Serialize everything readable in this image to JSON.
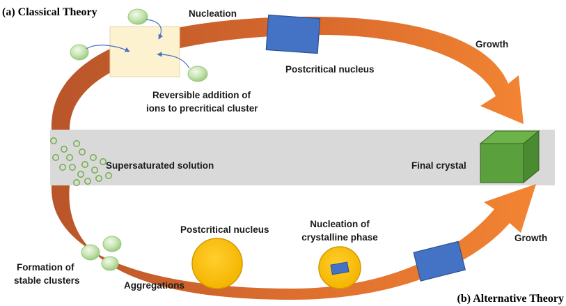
{
  "titles": {
    "classical": "(a) Classical Theory",
    "alternative": "(b) Alternative Theory"
  },
  "labels": {
    "nucleation": "Nucleation",
    "growth_top": "Growth",
    "postcritical_top": "Postcritical nucleus",
    "reversible_line1": "Reversible addition of",
    "reversible_line2": "ions to precritical cluster",
    "supersaturated": "Supersaturated solution",
    "final_crystal": "Final crystal",
    "postcritical_bottom": "Postcritical nucleus",
    "nucleation_cryst_line1": "Nucleation of",
    "nucleation_cryst_line2": "crystalline phase",
    "growth_bottom": "Growth",
    "formation_line1": "Formation of",
    "formation_line2": "stable clusters",
    "aggregations": "Aggregations"
  },
  "colors": {
    "band": "#d9d9d9",
    "arrow_dark": "#c5602a",
    "arrow_light": "#f07f30",
    "cluster_box": "#fdf2d0",
    "nucleus_blue": "#4472c4",
    "crystal_green": "#5aa03c",
    "particle_green": "#c8e6b4",
    "disc_yellow": "#ffc000"
  },
  "icons": [
    "ion-sphere",
    "blue-prism-nucleus",
    "green-cube-crystal",
    "yellow-disc-nucleus"
  ]
}
